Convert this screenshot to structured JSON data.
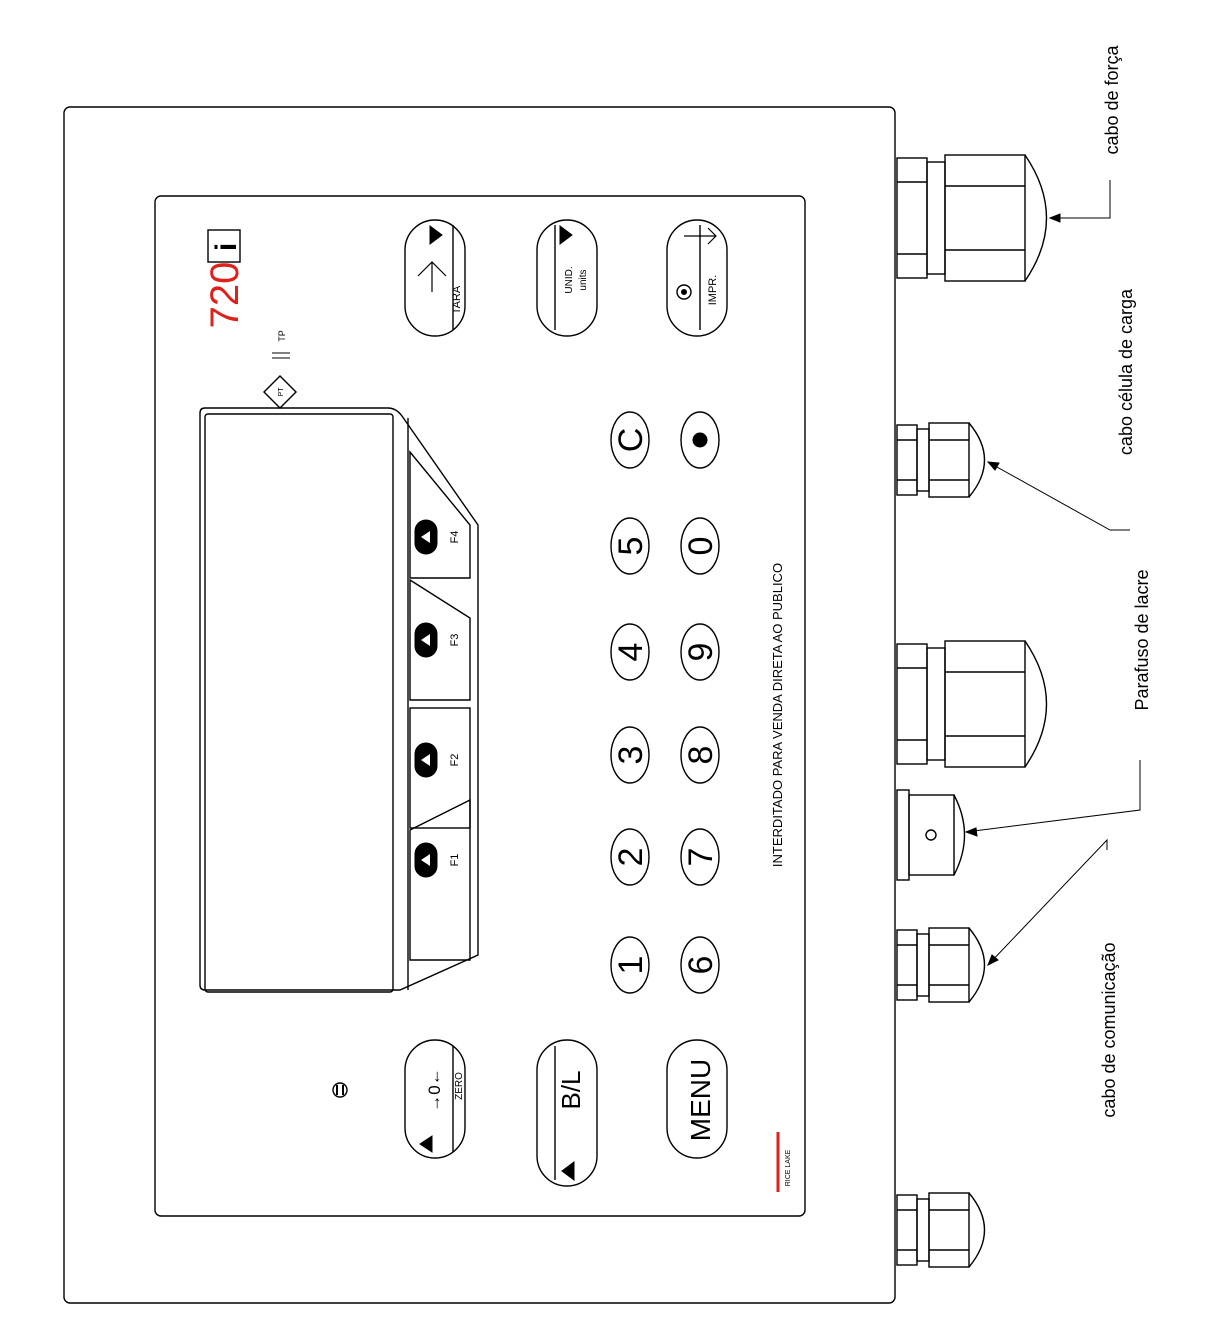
{
  "model": {
    "number": "720",
    "suffix": "i"
  },
  "indicators": {
    "pt": "PT",
    "tp": "TP"
  },
  "softkeys": [
    {
      "label": "F1"
    },
    {
      "label": "F2"
    },
    {
      "label": "F3"
    },
    {
      "label": "F4"
    }
  ],
  "keypad": {
    "row1": [
      "1",
      "2",
      "3",
      "4",
      "5",
      "C"
    ],
    "row2": [
      "6",
      "7",
      "8",
      "9",
      "0",
      "●"
    ]
  },
  "buttons": {
    "zero": {
      "symbol": "→0←",
      "label": "ZERO"
    },
    "bl": {
      "label": "B/L"
    },
    "menu": {
      "label": "MENU"
    },
    "tara": {
      "label": "TARA"
    },
    "unid": {
      "label1": "UNID.",
      "label2": "units"
    },
    "impr": {
      "label": "IMPR."
    }
  },
  "panel_notice": "INTERDITADO PARA VENDA DIRETA AO PUBLICO",
  "brand": "RICE LAKE",
  "callouts": {
    "power": "cabo de força",
    "load_cell": "cabo célula de carga",
    "seal": "Parafuso de lacre",
    "comm": "cabo de comunicação"
  },
  "colors": {
    "accent": "#e0201b",
    "line": "#000000",
    "background": "#ffffff"
  }
}
